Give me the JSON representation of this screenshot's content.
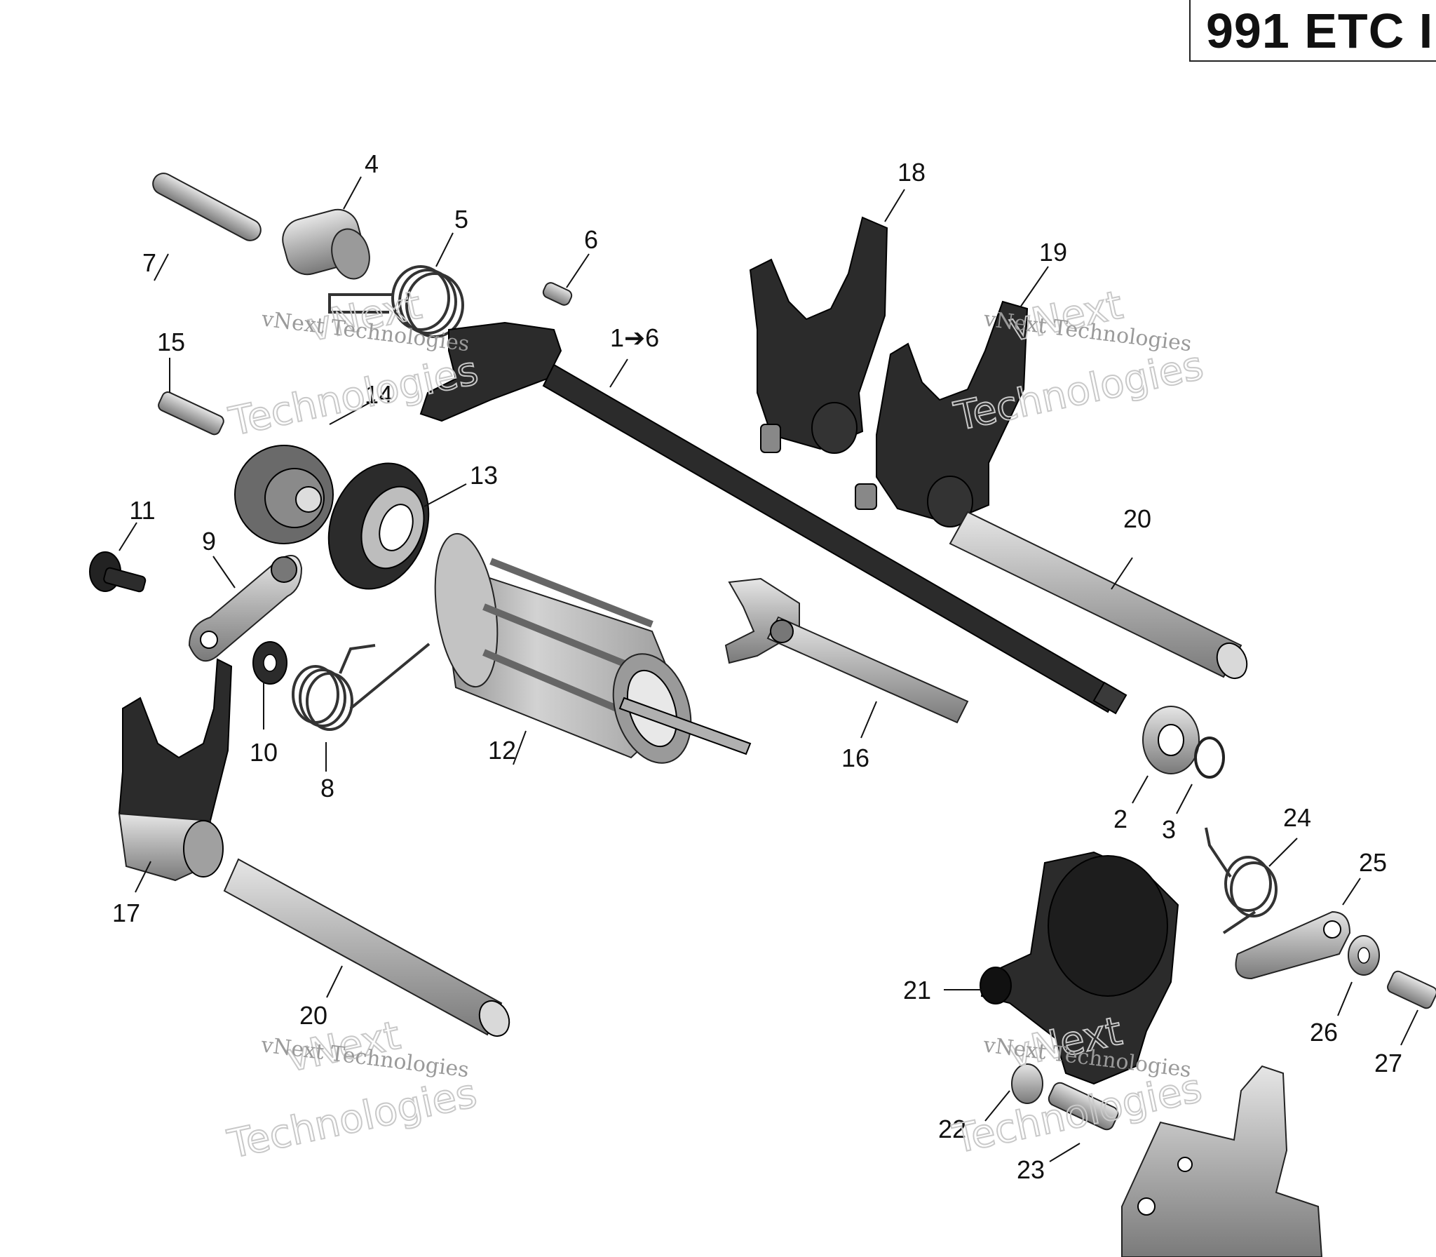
{
  "header": {
    "code": "991 ETC I"
  },
  "callouts": [
    "1➔6",
    "2",
    "3",
    "4",
    "5",
    "6",
    "7",
    "8",
    "9",
    "10",
    "11",
    "12",
    "13",
    "14",
    "15",
    "16",
    "17",
    "18",
    "19",
    "20",
    "20",
    "21",
    "22",
    "23",
    "24",
    "25",
    "26",
    "27"
  ],
  "watermark": {
    "word1": "vNext",
    "word2": "Technologies",
    "line": "vNext Technologies"
  },
  "colors": {
    "part_dark": "#2b2b2b",
    "part_metal": "#a9a9a9",
    "line": "#111111"
  }
}
